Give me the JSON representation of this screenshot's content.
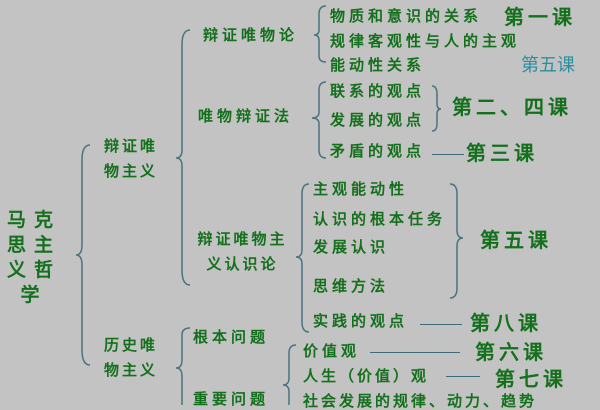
{
  "root": "马克思主义哲学",
  "branches": {
    "dialectical_materialism": {
      "label": "辩证唯物主义",
      "sub": {
        "materialism": {
          "label": "辩证唯物论",
          "items": [
            "物质和意识的关系",
            "规律客观性与人的主观",
            "能动性关系"
          ],
          "lessons": [
            "第一课",
            "第五课"
          ]
        },
        "dialectics": {
          "label": "唯物辩证法",
          "items": [
            "联系的观点",
            "发展的观点",
            "矛盾的观点"
          ],
          "lessons": [
            "第二、四课",
            "第三课"
          ]
        },
        "epistemology": {
          "label": "辩证唯物主义认识论",
          "items": [
            "主观能动性",
            "认识的根本任务",
            "发展认识",
            "思维方法",
            "实践的观点"
          ],
          "lessons": [
            "第五课",
            "第八课"
          ]
        }
      }
    },
    "historical_materialism": {
      "label": "历史唯物主义",
      "sub": {
        "basic": {
          "label": "根本问题"
        },
        "important": {
          "label": "重要问题",
          "items": [
            "价值观",
            "人生（价值）观",
            "社会发展的规律、动力、趋势"
          ],
          "lessons": [
            "第六课",
            "第七课"
          ]
        }
      }
    }
  },
  "colors": {
    "background": "#c3c3c3",
    "text": "#14701c",
    "accent_lesson": "#2a8fa0",
    "bracket": "#4a7380"
  }
}
